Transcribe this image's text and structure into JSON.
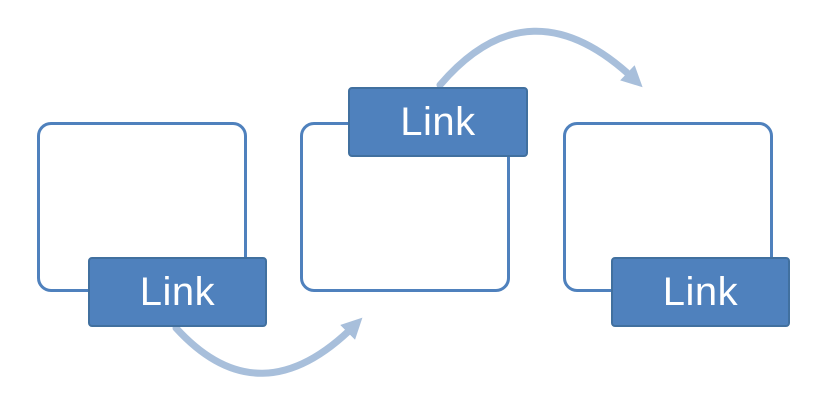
{
  "colors": {
    "accent": "#4f81bd",
    "label_text": "#ffffff",
    "arrow": "#a8bfdb",
    "background": "#ffffff"
  },
  "nodes": [
    {
      "label": "Link",
      "label_position": "bottom-right"
    },
    {
      "label": "Link",
      "label_position": "top-center"
    },
    {
      "label": "Link",
      "label_position": "bottom-right"
    }
  ],
  "connectors": [
    {
      "from": 0,
      "to": 1,
      "style": "curved-arrow-below"
    },
    {
      "from": 1,
      "to": 2,
      "style": "curved-arrow-above"
    }
  ]
}
